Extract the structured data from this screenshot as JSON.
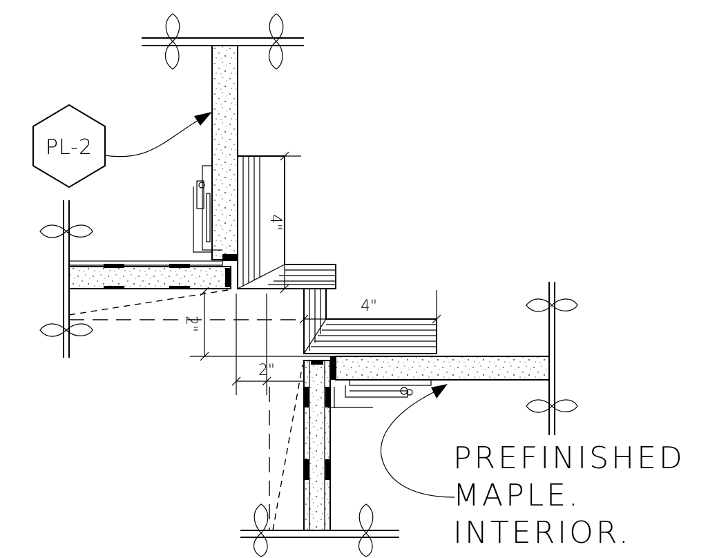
{
  "tag": {
    "label": "PL-2"
  },
  "dimensions": {
    "upper_vertical": "4\"",
    "lower_horizontal": "4\"",
    "offset_vertical": "2\"",
    "offset_horizontal": "2\""
  },
  "note": {
    "line1": "PREFINISHED",
    "line2": "MAPLE.",
    "line3": "INTERIOR."
  }
}
